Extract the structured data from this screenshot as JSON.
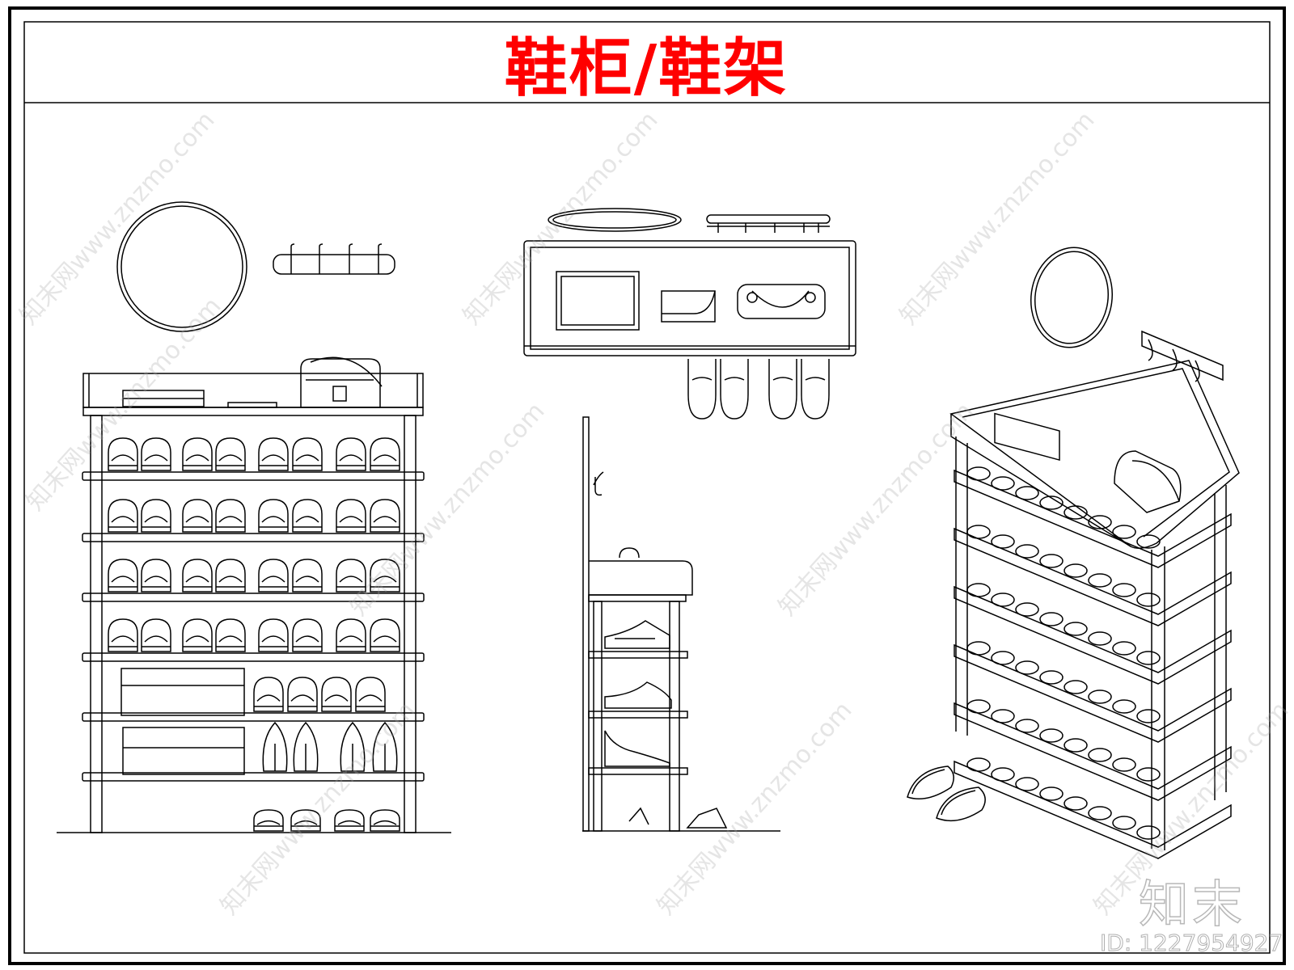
{
  "title": "鞋柜/鞋架",
  "watermark": "知末网www.znzmo.com",
  "logo_text": "知末",
  "id_text": "ID: 1227954927",
  "colors": {
    "title": "#ff0000",
    "line": "#000000",
    "watermark": "#aaaaaa"
  }
}
